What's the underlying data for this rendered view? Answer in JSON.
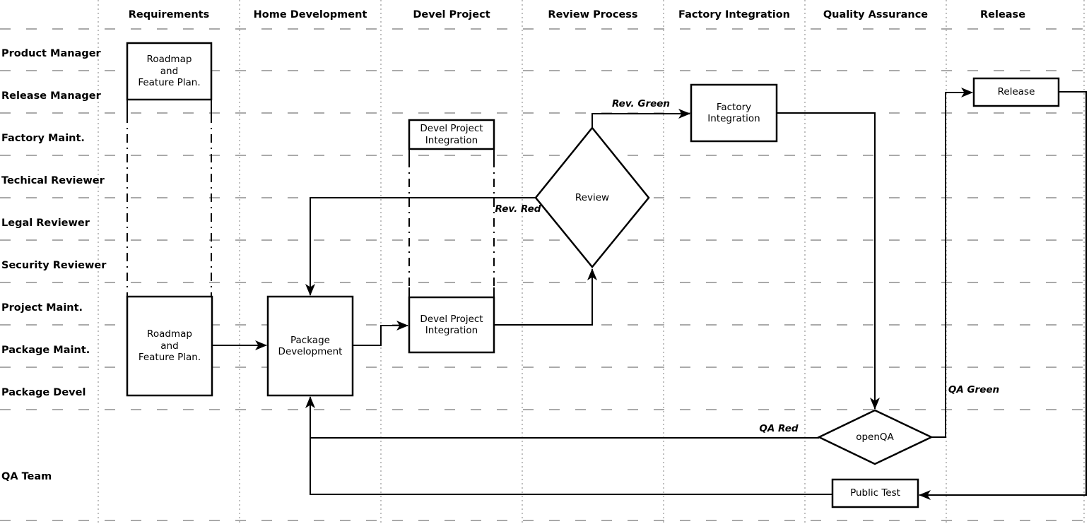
{
  "diagram": {
    "columns": [
      "Requirements",
      "Home Development",
      "Devel Project",
      "Review Process",
      "Factory Integration",
      "Quality Assurance",
      "Release"
    ],
    "rows": [
      "Product Manager",
      "Release Manager",
      "Factory Maint.",
      "Techical Reviewer",
      "Legal Reviewer",
      "Security Reviewer",
      "Project Maint.",
      "Package Maint.",
      "Package Devel",
      "QA Team"
    ],
    "nodes": {
      "roadmap_plan_top": "Roadmap\nand\nFeature Plan.",
      "roadmap_plan": "Roadmap\nand\nFeature Plan.",
      "package_development": "Package\nDevelopment",
      "devel_project_integration_top": "Devel Project\nIntegration",
      "devel_project_integration": "Devel Project\nIntegration",
      "review": "Review",
      "factory_integration": "Factory\nIntegration",
      "openqa": "openQA",
      "release": "Release",
      "public_test": "Public Test"
    },
    "edge_labels": {
      "rev_green": "Rev. Green",
      "rev_red": "Rev. Red",
      "qa_green": "QA Green",
      "qa_red": "QA Red"
    },
    "colors": {
      "line": "#000000",
      "grid": "#aaaaaa",
      "background": "#ffffff",
      "text": "#000000"
    }
  }
}
